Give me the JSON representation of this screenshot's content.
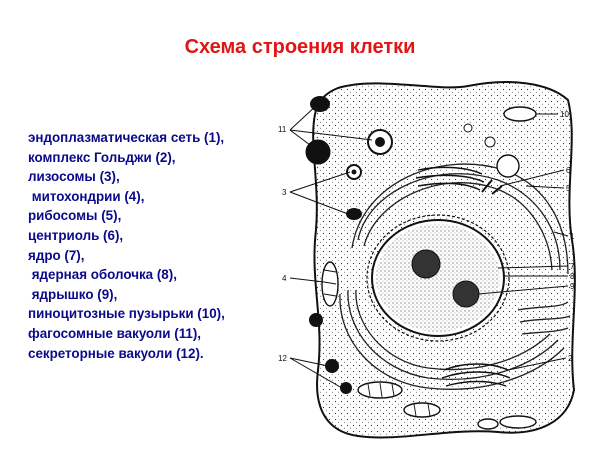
{
  "title": "Схема строения клетки",
  "legend": [
    "эндоплазматическая сеть (1),",
    "комплекс Гольджи (2),",
    "лизосомы (3),",
    " митохондрии (4),",
    "рибосомы (5),",
    "центриоль (6),",
    "ядро (7),",
    " ядерная оболочка (8),",
    " ядрышко (9),",
    "пиноцитозные пузырьки (10),",
    "фагосомные вакуоли (11),",
    "секреторные вакуоли (12)."
  ],
  "callouts": [
    "1",
    "2",
    "3",
    "4",
    "5",
    "6",
    "7",
    "8",
    "9",
    "10",
    "11",
    "12"
  ],
  "colors": {
    "title": "#e21414",
    "legend_text": "#0a0a8a",
    "ink": "#111111"
  }
}
